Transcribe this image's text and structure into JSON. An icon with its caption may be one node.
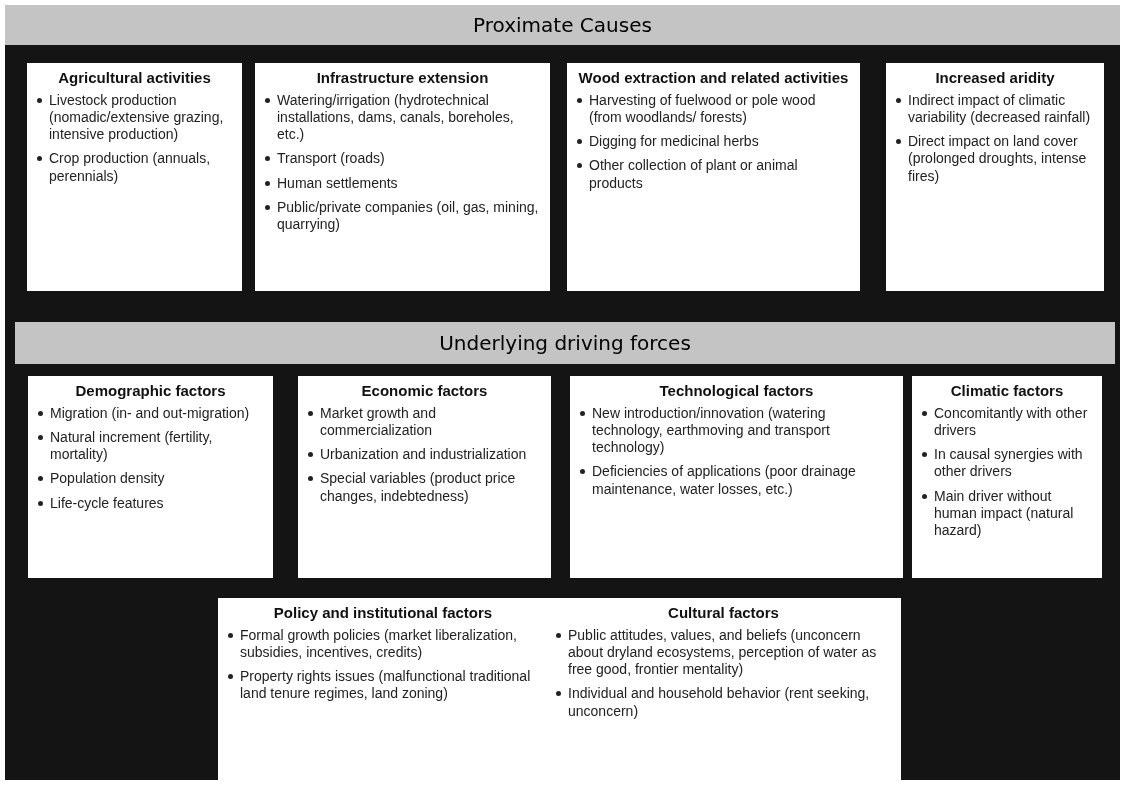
{
  "diagram": {
    "nodes": [
      {
        "text": [
          "Proximate Causes"
        ]
      },
      {
        "text": [
          "Agricultural activities",
          "Livestock production (nomadic/extensive grazing, intensive production)",
          "Crop production (annuals, perennials)"
        ]
      },
      {
        "text": [
          "Infrastructure extension",
          "Watering/irrigation (hydrotechnical installations, dams, canals, boreholes, etc.)",
          "Transport (roads)",
          "Human settlements",
          "Public/private companies (oil, gas, mining, quarrying)"
        ]
      },
      {
        "text": [
          "Wood extraction and related activities",
          "Harvesting of fuelwood or pole wood (from woodlands/ forests)",
          "Digging for medicinal herbs",
          "Other collection of plant or animal products"
        ]
      },
      {
        "text": [
          "Increased aridity",
          "Indirect impact of climatic variability (decreased rainfall)",
          "Direct impact on land cover (prolonged droughts, intense fires)"
        ]
      },
      {
        "text": [
          "Underlying driving forces"
        ]
      },
      {
        "text": [
          "Demographic factors",
          "Migration (in- and out-migration)",
          "Natural increment (fertility, mortality)",
          "Population density",
          "Life-cycle features"
        ]
      },
      {
        "text": [
          "Economic factors",
          "Market growth and commercialization",
          "Urbanization and industrialization",
          "Special variables (product price changes, indebtedness)"
        ]
      },
      {
        "text": [
          "Technological factors",
          "New introduction/innovation (watering technology, earthmoving and transport technology)",
          "Deficiencies of applications (poor drainage maintenance, water losses, etc.)"
        ]
      },
      {
        "text": [
          "Climatic factors",
          "Concomitantly with other drivers",
          "In causal synergies with other drivers",
          "Main driver without human impact (natural hazard)"
        ]
      },
      {
        "text": [
          "Policy and institutional factors",
          "Formal growth policies (market liberalization, subsidies, incentives, credits)",
          "Property rights issues (malfunctional traditional land tenure regimes, land zoning)"
        ]
      },
      {
        "text": [
          "Cultural factors",
          "Public attitudes, values, and beliefs (unconcern about dryland ecosystems, perception of water as free good, frontier mentality)",
          "Individual and household behavior (rent seeking, unconcern)"
        ]
      }
    ]
  }
}
